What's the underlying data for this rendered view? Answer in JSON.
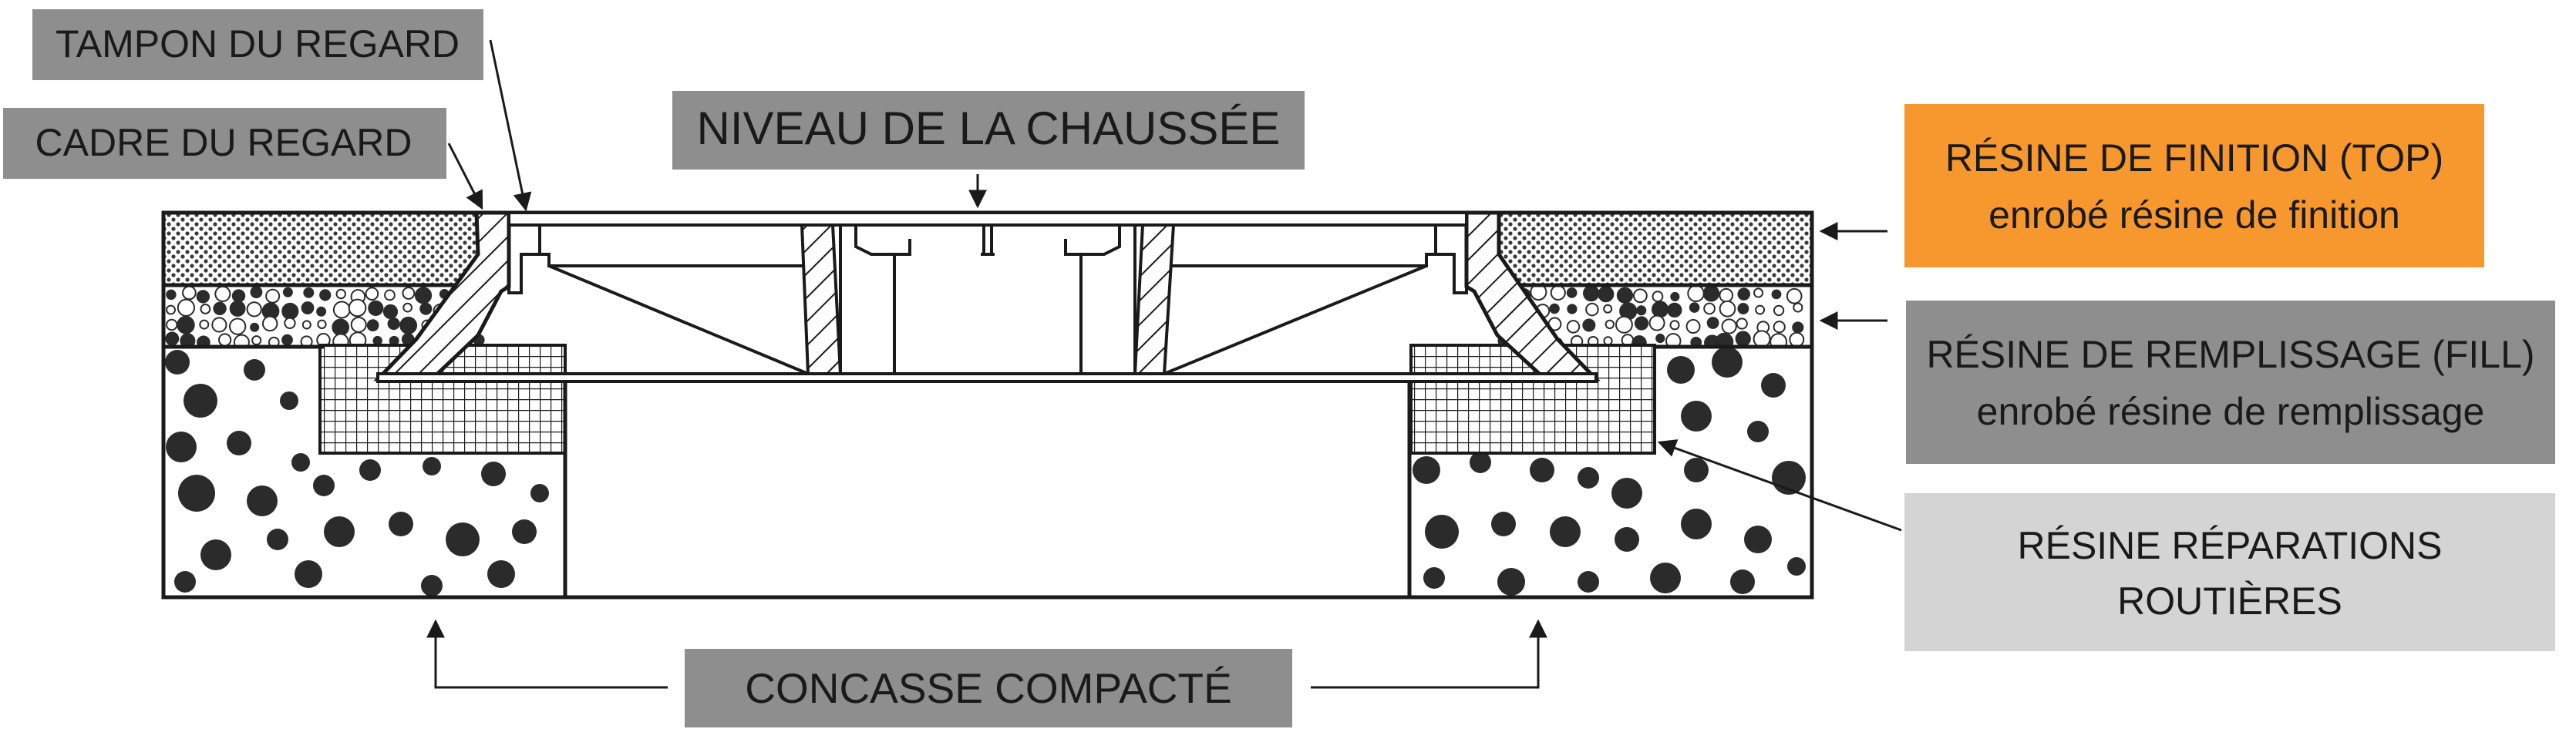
{
  "labels": {
    "tampon": "TAMPON DU REGARD",
    "cadre": "CADRE DU REGARD",
    "niveau": "NIVEAU DE LA CHAUSSÉE",
    "top_line1": "RÉSINE DE FINITION (TOP)",
    "top_line2": "enrobé résine de finition",
    "fill_line1": "RÉSINE DE REMPLISSAGE (FILL)",
    "fill_line2": "enrobé résine de remplissage",
    "repair_line1": "RÉSINE RÉPARATIONS",
    "repair_line2": "ROUTIÈRES",
    "concasse": "CONCASSE COMPACTÉ"
  },
  "colors": {
    "label_dark_grey": "#8e8e8e",
    "label_orange": "#f7982f",
    "label_mid_grey": "#8e8e8e",
    "label_light_grey": "#d4d4d4",
    "ink": "#1a1a1a",
    "stone": "#2b2b2b"
  }
}
